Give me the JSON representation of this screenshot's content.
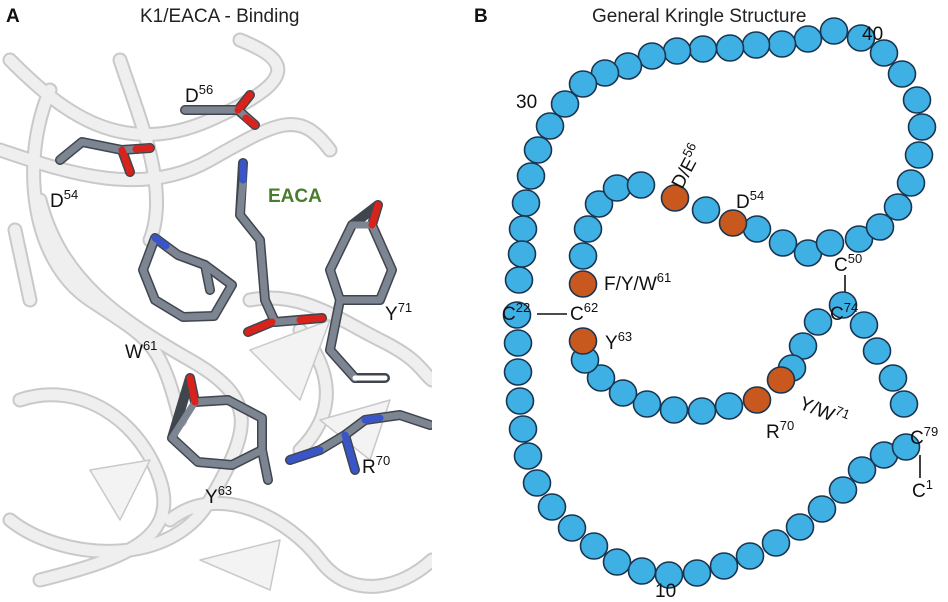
{
  "panel_a": {
    "letter": "A",
    "title": "K1/EACA - Binding",
    "ligand_label": "EACA",
    "ligand_color": "#4a7c2f",
    "residues": {
      "d54": {
        "base": "D",
        "sup": "54"
      },
      "d56": {
        "base": "D",
        "sup": "56"
      },
      "w61": {
        "base": "W",
        "sup": "61"
      },
      "y63": {
        "base": "Y",
        "sup": "63"
      },
      "r70": {
        "base": "R",
        "sup": "70"
      },
      "y71": {
        "base": "Y",
        "sup": "71"
      }
    },
    "colors": {
      "carbon": "#7c8591",
      "oxygen": "#d9221c",
      "nitrogen": "#3a55c8",
      "ribbon": "#ececec"
    }
  },
  "panel_b": {
    "letter": "B",
    "title": "General Kringle Structure",
    "numbers": {
      "n10": "10",
      "n30": "30",
      "n40": "40"
    },
    "cys": {
      "c1": {
        "base": "C",
        "sup": "1"
      },
      "c22": {
        "base": "C",
        "sup": "22"
      },
      "c50": {
        "base": "C",
        "sup": "50"
      },
      "c62": {
        "base": "C",
        "sup": "62"
      },
      "c74": {
        "base": "C",
        "sup": "74"
      },
      "c79": {
        "base": "C",
        "sup": "79"
      }
    },
    "sites": {
      "de56": {
        "base": "D/E",
        "sup": "56"
      },
      "d54": {
        "base": "D",
        "sup": "54"
      },
      "fyw61": {
        "base": "F/Y/W",
        "sup": "61"
      },
      "y63": {
        "base": "Y",
        "sup": "63"
      },
      "r70": {
        "base": "R",
        "sup": "70"
      },
      "yw71": {
        "base": "Y/W",
        "sup": "71"
      }
    },
    "colors": {
      "residue": "#3fb0e3",
      "highlight": "#c8581e",
      "outline": "#1a3550"
    }
  }
}
